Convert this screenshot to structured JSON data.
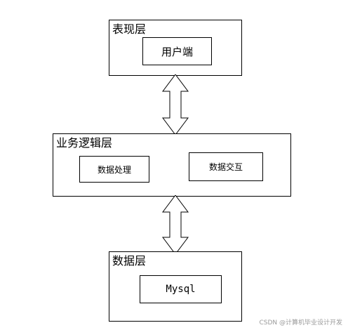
{
  "layers": {
    "presentation": {
      "title": "表现层",
      "box": "用户端"
    },
    "business": {
      "title": "业务逻辑层",
      "box_left": "数据处理",
      "box_right": "数据交互"
    },
    "data": {
      "title": "数据层",
      "box": "Mysql"
    }
  },
  "watermark": "CSDN @计算机毕业设计开发",
  "colors": {
    "stroke": "#000000",
    "background": "#ffffff",
    "watermark": "#9a9a9a"
  }
}
